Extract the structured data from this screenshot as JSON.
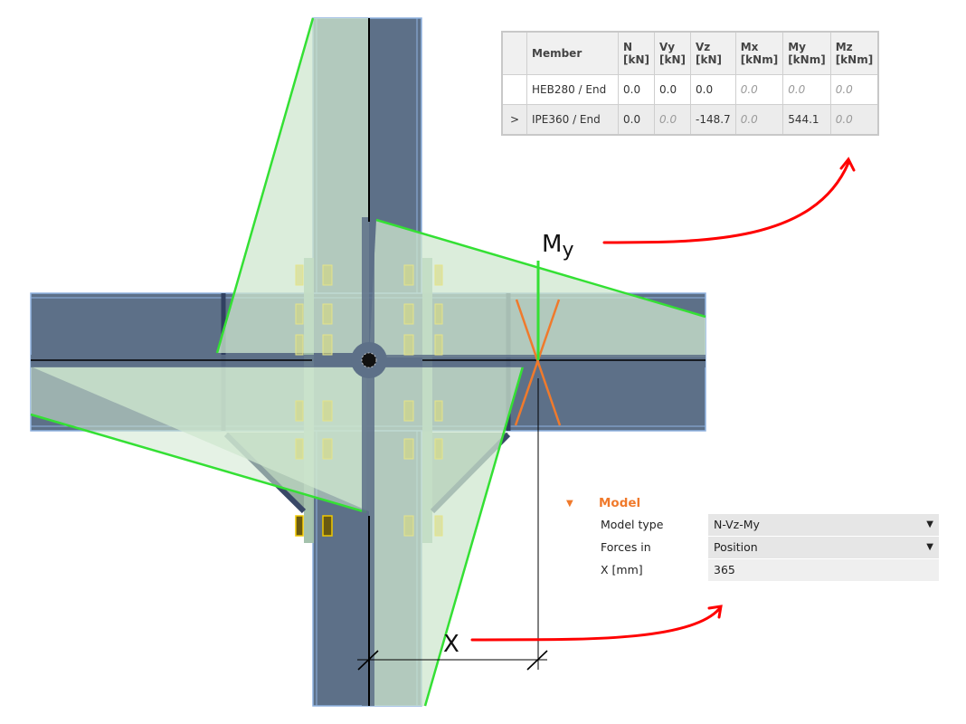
{
  "annotations": {
    "moment_label": "My",
    "moment_label_main": "M",
    "moment_label_sub": "y",
    "distance_label": "X"
  },
  "forces_table": {
    "headers": [
      {
        "line1": "",
        "line2": ""
      },
      {
        "line1": "Member",
        "line2": ""
      },
      {
        "line1": "N",
        "line2": "[kN]"
      },
      {
        "line1": "Vy",
        "line2": "[kN]"
      },
      {
        "line1": "Vz",
        "line2": "[kN]"
      },
      {
        "line1": "Mx",
        "line2": "[kNm]"
      },
      {
        "line1": "My",
        "line2": "[kNm]"
      },
      {
        "line1": "Mz",
        "line2": "[kNm]"
      }
    ],
    "rows": [
      {
        "selector": "",
        "member": "HEB280 / End",
        "N": "0.0",
        "Vy": "0.0",
        "Vz": "0.0",
        "Mx": "0.0",
        "My": "0.0",
        "Mz": "0.0"
      },
      {
        "selector": ">",
        "member": "IPE360 / End",
        "N": "0.0",
        "Vy": "0.0",
        "Vz": "-148.7",
        "Mx": "0.0",
        "My": "544.1",
        "Mz": "0.0"
      }
    ]
  },
  "model_panel": {
    "section_title": "Model",
    "caret_icon": "▼",
    "fields": [
      {
        "label": "Model type",
        "value": "N-Vz-My",
        "type": "dropdown",
        "arrow": "▼"
      },
      {
        "label": "Forces in",
        "value": "Position",
        "type": "dropdown",
        "arrow": "▼"
      },
      {
        "label": "X [mm]",
        "value": "365",
        "type": "input"
      }
    ]
  },
  "colors": {
    "steel": "#5d7088",
    "steel_dark": "#2f3f5f",
    "steel_outline": "#8fb2e0",
    "plate_fill": "#a0bfa9",
    "moment_fill": "#cfe7cf",
    "moment_edge": "#34e034",
    "cut_marker": "#f07a2c",
    "arrow_red": "#ff0000",
    "bolt": "#d8d87a",
    "bolt_selected": "#e8c000",
    "accent_orange": "#f07a2c"
  }
}
